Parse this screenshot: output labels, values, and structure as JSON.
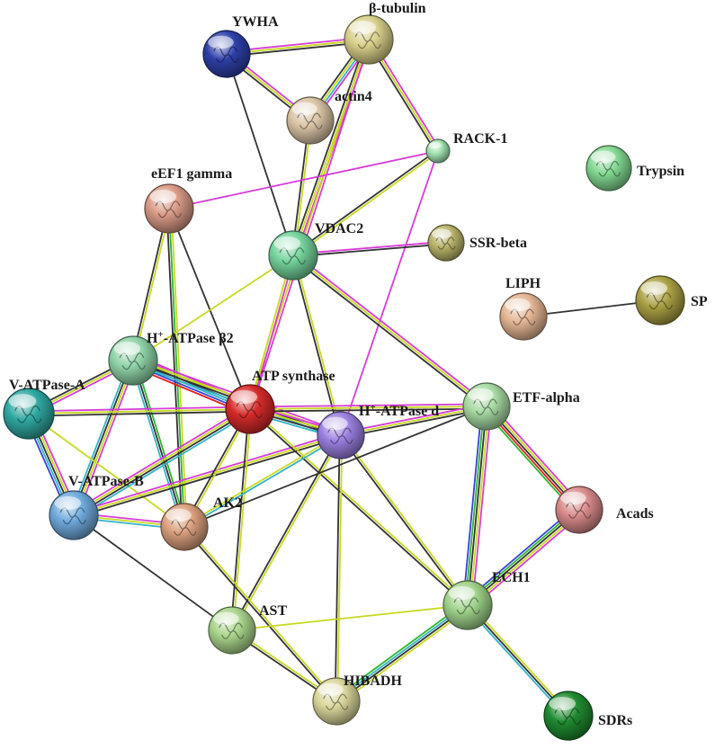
{
  "network": {
    "nodes": [
      {
        "id": "YWHA",
        "label": "YWHA",
        "color": "#2e3fa8"
      },
      {
        "id": "btub",
        "label": "β-tubulin",
        "color": "#d8cf8a"
      },
      {
        "id": "actin4",
        "label": "actin4",
        "color": "#d9c3a5"
      },
      {
        "id": "RACK1",
        "label": "RACK-1",
        "color": "#9fe0ad"
      },
      {
        "id": "Trypsin",
        "label": "Trypsin",
        "color": "#82d891"
      },
      {
        "id": "eEF1",
        "label": "eEF1 gamma",
        "color": "#d99a86"
      },
      {
        "id": "VDAC2",
        "label": "VDAC2",
        "color": "#74d39c"
      },
      {
        "id": "SSR",
        "label": "SSR-beta",
        "color": "#b8b26a"
      },
      {
        "id": "LIPH",
        "label": "LIPH",
        "color": "#e3b594"
      },
      {
        "id": "SP",
        "label": "SP",
        "color": "#aaa043"
      },
      {
        "id": "HATPb2",
        "label": "H",
        "sup": "+",
        "suffix": "-ATPase β2",
        "color": "#8fd3a8"
      },
      {
        "id": "VATPA",
        "label": "V-ATPase-A",
        "color": "#2fa7a0"
      },
      {
        "id": "ATPsyn",
        "label": "ATP synthase",
        "color": "#d52a2a"
      },
      {
        "id": "HATPd",
        "label": "H",
        "sup": "+",
        "suffix": "-ATPase d",
        "color": "#9a7fe0"
      },
      {
        "id": "ETF",
        "label": "ETF-alpha",
        "color": "#a7d9a2"
      },
      {
        "id": "VATPB",
        "label": "V-ATPase-B",
        "color": "#6fa9dc"
      },
      {
        "id": "AK2",
        "label": "AK2",
        "color": "#d99f7d"
      },
      {
        "id": "Acads",
        "label": "Acads",
        "color": "#d98a8a"
      },
      {
        "id": "AST",
        "label": "AST",
        "color": "#a9d48a"
      },
      {
        "id": "ECH1",
        "label": "ECH1",
        "color": "#9fd28a"
      },
      {
        "id": "HIBADH",
        "label": "HIBADH",
        "color": "#d9d69a"
      },
      {
        "id": "SDRs",
        "label": "SDRs",
        "color": "#1f8a30"
      }
    ],
    "edge_colors": {
      "pink": "#d63cd6",
      "yellow": "#c8d820",
      "black": "#333333",
      "green": "#2fb52f",
      "cyan": "#34b3c8",
      "blue": "#3442d6",
      "red": "#e02020",
      "grey": "#8a8a8a"
    },
    "edges": [
      {
        "a": "YWHA",
        "b": "btub",
        "types": [
          "pink",
          "yellow",
          "black"
        ]
      },
      {
        "a": "YWHA",
        "b": "actin4",
        "types": [
          "pink",
          "yellow",
          "black"
        ]
      },
      {
        "a": "YWHA",
        "b": "VDAC2",
        "types": [
          "black"
        ]
      },
      {
        "a": "btub",
        "b": "actin4",
        "types": [
          "pink",
          "cyan",
          "yellow",
          "black"
        ]
      },
      {
        "a": "btub",
        "b": "RACK1",
        "types": [
          "pink",
          "yellow",
          "black"
        ]
      },
      {
        "a": "btub",
        "b": "VDAC2",
        "types": [
          "pink",
          "yellow",
          "black"
        ]
      },
      {
        "a": "btub",
        "b": "ATPsyn",
        "types": [
          "pink",
          "yellow"
        ]
      },
      {
        "a": "actin4",
        "b": "VDAC2",
        "types": [
          "yellow",
          "black"
        ]
      },
      {
        "a": "RACK1",
        "b": "eEF1",
        "types": [
          "pink"
        ]
      },
      {
        "a": "RACK1",
        "b": "VDAC2",
        "types": [
          "yellow",
          "black"
        ]
      },
      {
        "a": "RACK1",
        "b": "HATPd",
        "types": [
          "pink"
        ]
      },
      {
        "a": "eEF1",
        "b": "HATPb2",
        "types": [
          "yellow",
          "black"
        ]
      },
      {
        "a": "eEF1",
        "b": "AK2",
        "types": [
          "yellow",
          "green",
          "black"
        ]
      },
      {
        "a": "eEF1",
        "b": "ATPsyn",
        "types": [
          "black"
        ]
      },
      {
        "a": "VDAC2",
        "b": "SSR",
        "types": [
          "pink",
          "black"
        ]
      },
      {
        "a": "VDAC2",
        "b": "HATPb2",
        "types": [
          "yellow"
        ]
      },
      {
        "a": "VDAC2",
        "b": "ATPsyn",
        "types": [
          "pink",
          "yellow"
        ]
      },
      {
        "a": "VDAC2",
        "b": "HATPd",
        "types": [
          "yellow",
          "black"
        ]
      },
      {
        "a": "VDAC2",
        "b": "ETF",
        "types": [
          "pink",
          "yellow",
          "black"
        ]
      },
      {
        "a": "LIPH",
        "b": "SP",
        "types": [
          "black"
        ]
      },
      {
        "a": "HATPb2",
        "b": "VATPA",
        "types": [
          "pink",
          "yellow",
          "black"
        ]
      },
      {
        "a": "HATPb2",
        "b": "VATPB",
        "types": [
          "pink",
          "yellow",
          "black",
          "cyan"
        ]
      },
      {
        "a": "HATPb2",
        "b": "ATPsyn",
        "types": [
          "pink",
          "yellow",
          "black",
          "cyan",
          "blue",
          "red"
        ]
      },
      {
        "a": "HATPb2",
        "b": "HATPd",
        "types": [
          "pink",
          "yellow",
          "black",
          "cyan"
        ]
      },
      {
        "a": "HATPb2",
        "b": "AK2",
        "types": [
          "green",
          "black",
          "cyan"
        ]
      },
      {
        "a": "VATPA",
        "b": "VATPB",
        "types": [
          "pink",
          "yellow",
          "black",
          "cyan",
          "blue"
        ]
      },
      {
        "a": "VATPA",
        "b": "ATPsyn",
        "types": [
          "pink",
          "yellow",
          "black"
        ]
      },
      {
        "a": "VATPA",
        "b": "AK2",
        "types": [
          "yellow"
        ]
      },
      {
        "a": "VATPB",
        "b": "ATPsyn",
        "types": [
          "pink",
          "yellow",
          "black",
          "cyan"
        ]
      },
      {
        "a": "VATPB",
        "b": "HATPd",
        "types": [
          "pink",
          "yellow",
          "black"
        ]
      },
      {
        "a": "VATPB",
        "b": "AK2",
        "types": [
          "pink",
          "yellow",
          "cyan"
        ]
      },
      {
        "a": "VATPB",
        "b": "AST",
        "types": [
          "black"
        ]
      },
      {
        "a": "ATPsyn",
        "b": "HATPd",
        "types": [
          "pink",
          "yellow",
          "black",
          "cyan"
        ]
      },
      {
        "a": "ATPsyn",
        "b": "ETF",
        "types": [
          "pink",
          "yellow",
          "black"
        ]
      },
      {
        "a": "ATPsyn",
        "b": "AK2",
        "types": [
          "yellow",
          "black"
        ]
      },
      {
        "a": "ATPsyn",
        "b": "AST",
        "types": [
          "yellow",
          "black"
        ]
      },
      {
        "a": "ATPsyn",
        "b": "ECH1",
        "types": [
          "yellow",
          "black"
        ]
      },
      {
        "a": "HATPd",
        "b": "ETF",
        "types": [
          "pink",
          "yellow",
          "black"
        ]
      },
      {
        "a": "HATPd",
        "b": "AK2",
        "types": [
          "cyan",
          "yellow"
        ]
      },
      {
        "a": "HATPd",
        "b": "AST",
        "types": [
          "yellow",
          "black"
        ]
      },
      {
        "a": "HATPd",
        "b": "HIBADH",
        "types": [
          "yellow",
          "black"
        ]
      },
      {
        "a": "HATPd",
        "b": "ECH1",
        "types": [
          "yellow",
          "black"
        ]
      },
      {
        "a": "ETF",
        "b": "AK2",
        "types": [
          "black"
        ]
      },
      {
        "a": "ETF",
        "b": "Acads",
        "types": [
          "pink",
          "yellow",
          "black",
          "red",
          "green"
        ]
      },
      {
        "a": "ETF",
        "b": "ECH1",
        "types": [
          "pink",
          "yellow",
          "black",
          "green",
          "blue"
        ]
      },
      {
        "a": "AK2",
        "b": "HIBADH",
        "types": [
          "yellow",
          "black"
        ]
      },
      {
        "a": "Acads",
        "b": "ECH1",
        "types": [
          "pink",
          "yellow",
          "black",
          "green",
          "blue"
        ]
      },
      {
        "a": "AST",
        "b": "ECH1",
        "types": [
          "yellow"
        ]
      },
      {
        "a": "AST",
        "b": "HIBADH",
        "types": [
          "yellow",
          "black"
        ]
      },
      {
        "a": "ECH1",
        "b": "HIBADH",
        "types": [
          "yellow",
          "black",
          "cyan",
          "green"
        ]
      },
      {
        "a": "ECH1",
        "b": "SDRs",
        "types": [
          "yellow",
          "black",
          "cyan"
        ]
      }
    ]
  }
}
